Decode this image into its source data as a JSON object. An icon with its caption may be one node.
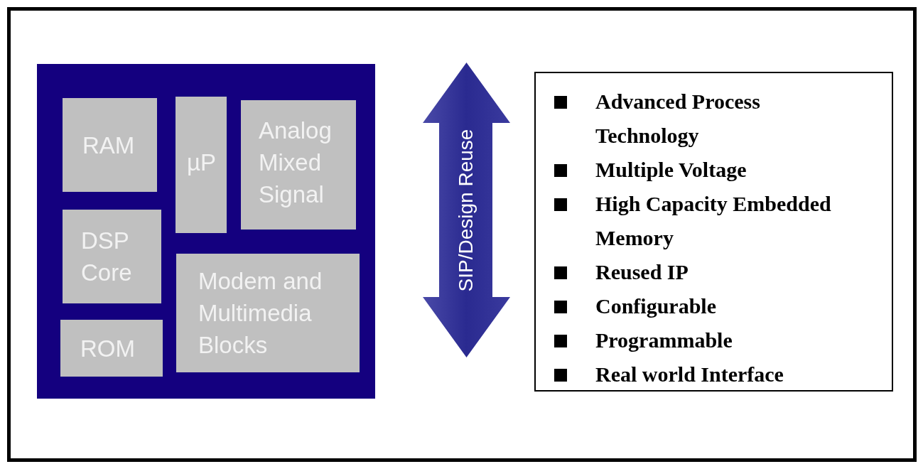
{
  "diagram": {
    "nodes": [
      {
        "text": [],
        "shape": "box"
      },
      {
        "text": [
          "RAM"
        ],
        "in": 0
      },
      {
        "text": [
          "µP"
        ],
        "in": 0
      },
      {
        "text": [
          "Analog Mixed Signal"
        ],
        "in": 0
      },
      {
        "text": [
          "DSP Core"
        ],
        "in": 0
      },
      {
        "text": [
          "Modem and Multimedia Blocks"
        ],
        "in": 0
      },
      {
        "text": [
          "ROM"
        ],
        "in": 0
      },
      {
        "text": [
          "SIP/Design Reuse"
        ]
      },
      {
        "text": [
          "Advanced Process Technology",
          "Multiple Voltage",
          "High Capacity Embedded Memory",
          "Reused IP",
          "Configurable",
          "Programmable",
          "Real world Interface"
        ]
      }
    ]
  }
}
